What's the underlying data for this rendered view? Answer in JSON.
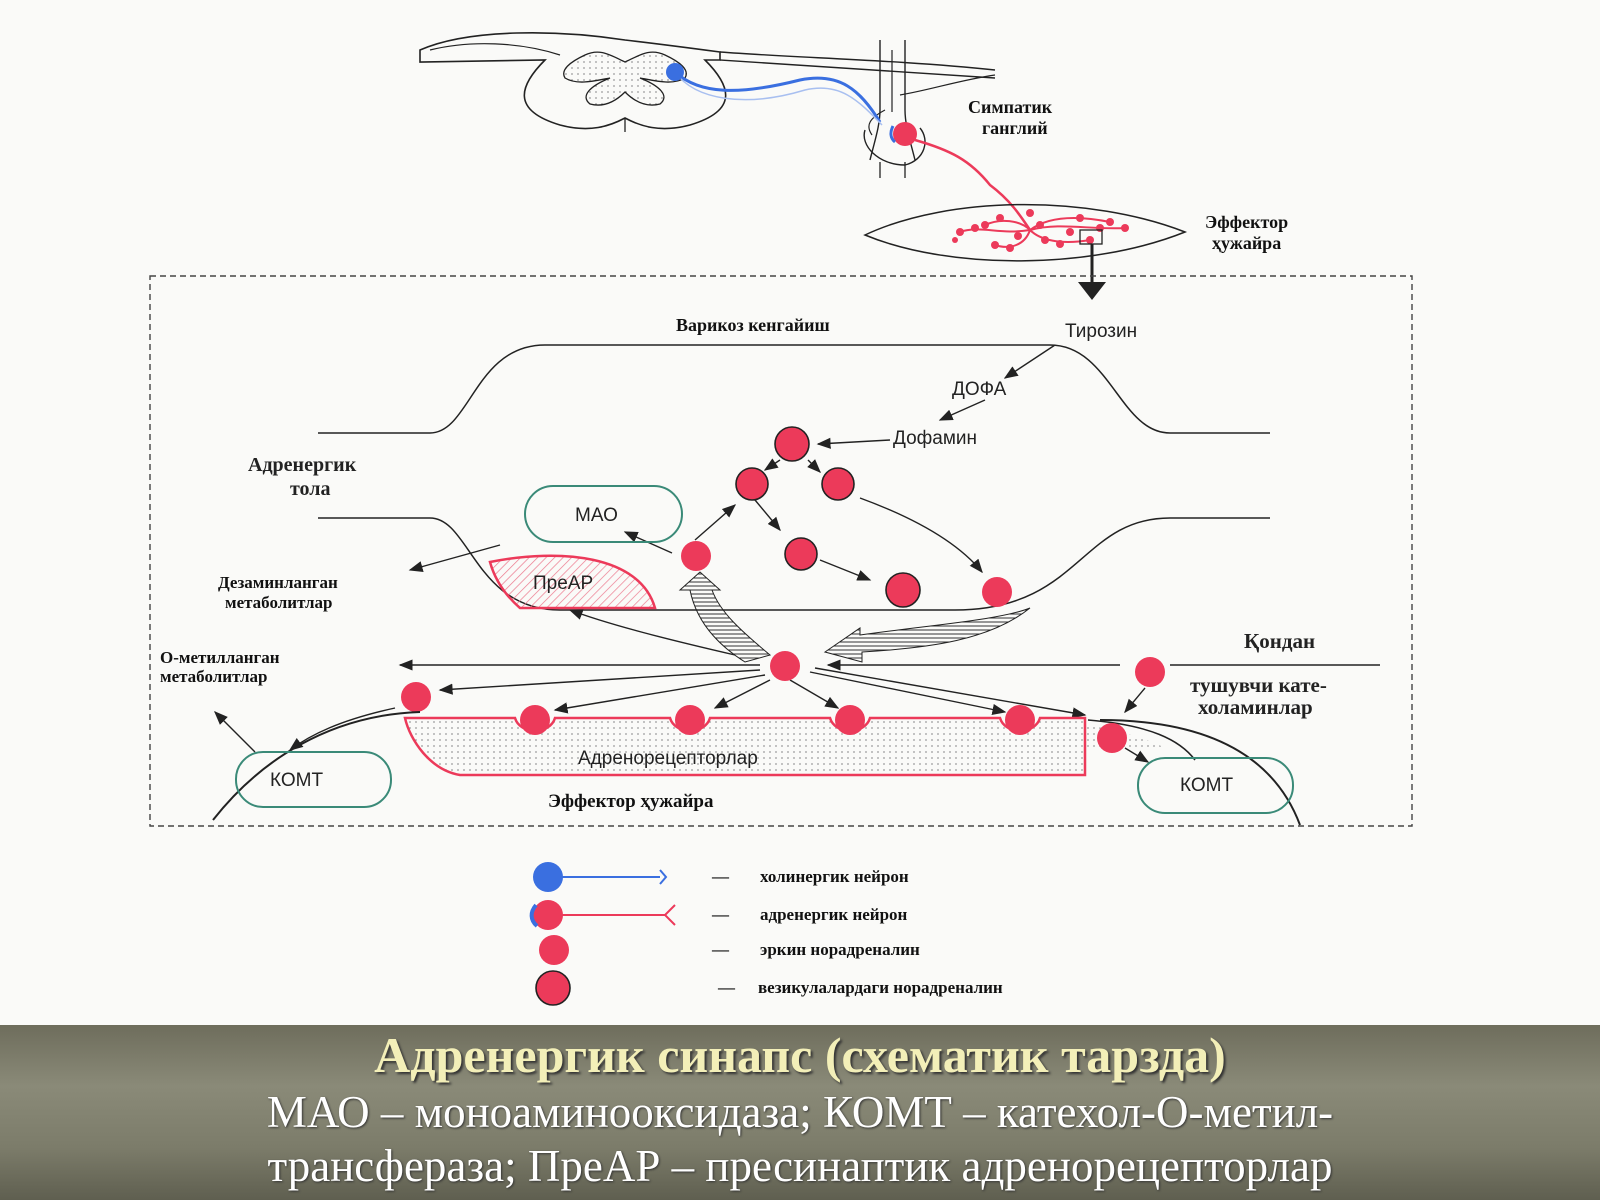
{
  "labels": {
    "sympathetic_ganglion_1": "Симпатик",
    "sympathetic_ganglion_2": "ганглий",
    "effector_cell_top_1": "Эффектор",
    "effector_cell_top_2": "ҳужайра",
    "varicose": "Варикоз кенгайиш",
    "tyrosine": "Тирозин",
    "dopa": "ДОФА",
    "dopamine": "Дофамин",
    "adrenergic_body_1": "Адренергик",
    "adrenergic_body_2": "тола",
    "mao": "МАО",
    "prear": "ПреАР",
    "deaminated_1": "Дезаминланган",
    "deaminated_2": "метаболитлар",
    "methylated_1": "О-метилланган",
    "methylated_2": "метаболитлар",
    "from_blood": "Қондан",
    "catecholamines_1": "тушувчи кате-",
    "catecholamines_2": "холаминлар",
    "komt_left": "КОМТ",
    "komt_right": "КОМТ",
    "adrenoreceptors": "Адренорецепторлар",
    "effector_cell_bottom": "Эффектор ҳужайра"
  },
  "legend": [
    {
      "dash": "—",
      "text": "холинергик нейрон"
    },
    {
      "dash": "—",
      "text": "адренергик нейрон"
    },
    {
      "dash": "—",
      "text": "эркин норадреналин"
    },
    {
      "dash": "—",
      "text": "везикулалардаги норадреналин"
    }
  ],
  "caption": {
    "title": "Адренергик синапс (схематик тарзда)",
    "line1": "МАО – моноаминооксидаза; КОМТ – катехол-О-метил-",
    "line2": "трансфераза; ПреАР – пресинаптик адренорецепторлар"
  },
  "colors": {
    "red": "#ec3a5a",
    "blue": "#3a6fe0",
    "green": "#3a8a78",
    "line": "#2a2a2a"
  }
}
